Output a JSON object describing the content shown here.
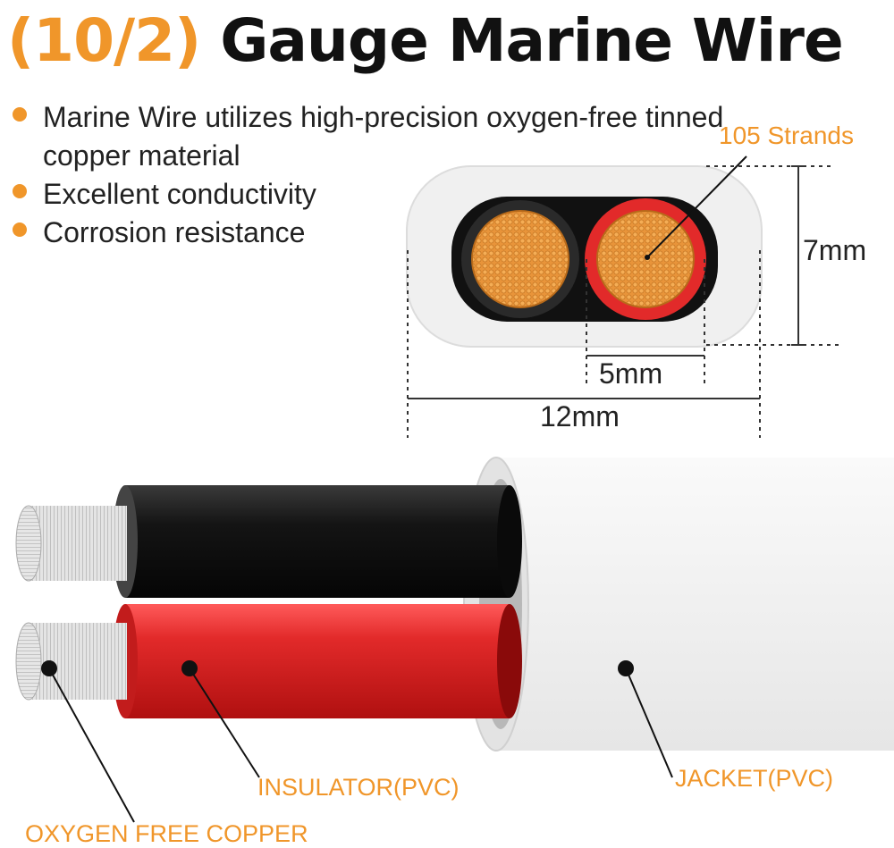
{
  "title": {
    "badge": "(10/2)",
    "main": "Gauge Marine Wire"
  },
  "bullets": [
    "Marine Wire utilizes high-precision oxygen-free tinned copper material",
    "Excellent conductivity",
    "Corrosion resistance"
  ],
  "cross_section": {
    "strands_label": "105 Strands",
    "height_label": "7mm",
    "conductor_label": "5mm",
    "width_label": "12mm"
  },
  "callouts": {
    "copper": "OXYGEN FREE COPPER",
    "insulator": "INSULATOR(PVC)",
    "jacket": "JACKET(PVC)"
  },
  "colors": {
    "accent": "#f0962a",
    "red_wire": "#e02828",
    "black_wire": "#141414",
    "jacket": "#f2f2f2"
  }
}
